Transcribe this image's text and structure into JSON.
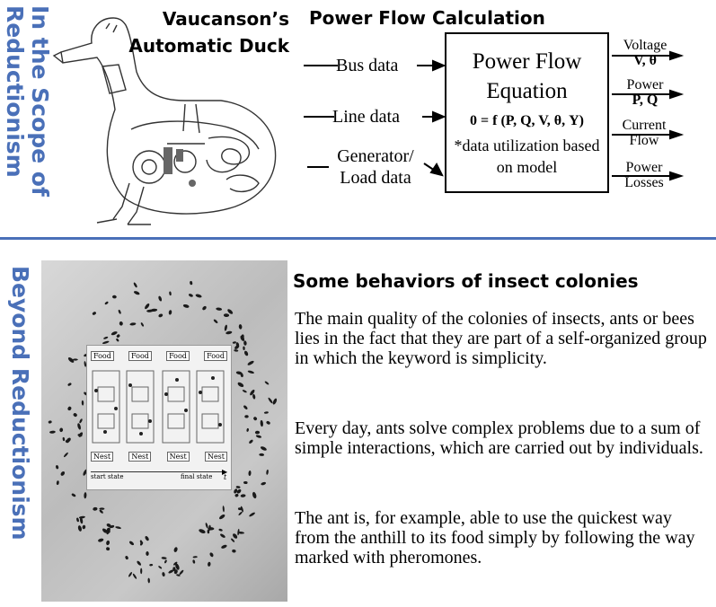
{
  "side_labels": {
    "top_line1": "In the Scope of",
    "top_line2": "Reductionism",
    "bottom": "Beyond Reductionism"
  },
  "duck": {
    "title": "Vaucanson’s Automatic Duck"
  },
  "diagram": {
    "title": "Power Flow Calculation",
    "box_title": "Power Flow Equation",
    "equation": "0 = f (P, Q, V, θ, Y)",
    "note": "*data utilization based on model",
    "inputs": [
      "Bus data",
      "Line data",
      "Generator/ Load data"
    ],
    "outputs": [
      {
        "label": "Voltage",
        "sub": "V, θ"
      },
      {
        "label": "Power",
        "sub": "P, Q"
      },
      {
        "label": "Current Flow",
        "sub": ""
      },
      {
        "label": "Power Losses",
        "sub": ""
      }
    ]
  },
  "ant_inset": {
    "food": "Food",
    "nest": "Nest",
    "start": "start state",
    "final": "final state",
    "axis": "t"
  },
  "insects": {
    "heading": "Some behaviors of insect colonies",
    "paragraphs": [
      "The main quality of the colonies of insects, ants or bees lies in the fact that they are part of a self-organized group in which the keyword is simplicity.",
      "Every day, ants solve complex problems due to a sum of simple interactions, which are carried out by individuals.",
      "The ant is, for example, able to use the quickest way from the anthill to its food simply by following the way marked with pheromones."
    ]
  },
  "colors": {
    "accent": "#4a70b8"
  }
}
